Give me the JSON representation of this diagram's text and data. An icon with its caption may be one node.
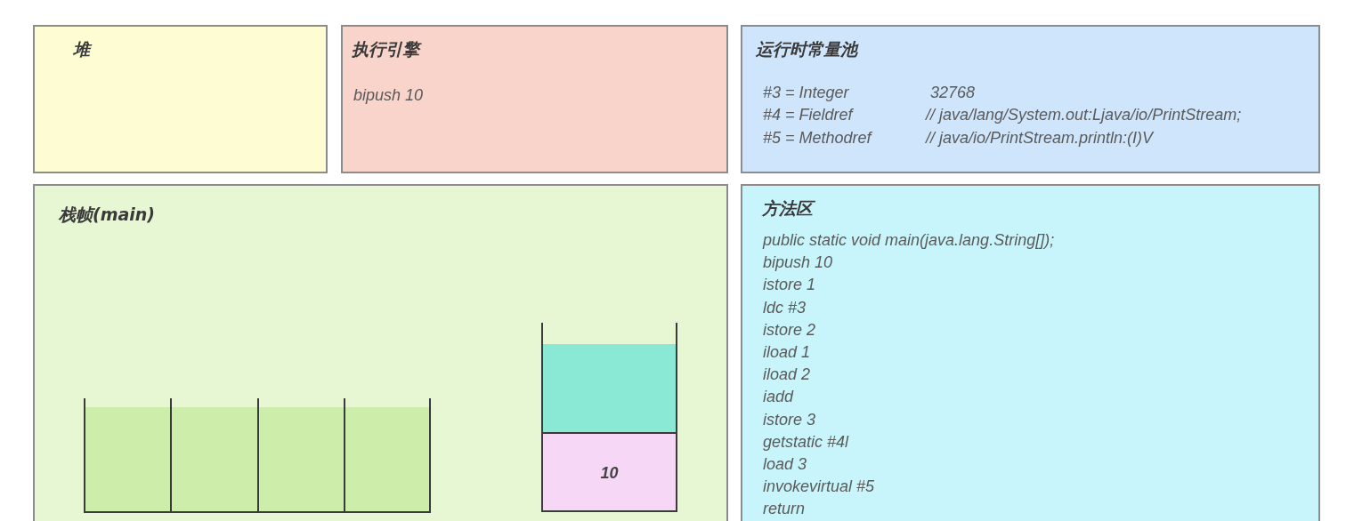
{
  "diagram": {
    "nodes": [
      {
        "text": [
          "堆"
        ]
      },
      {
        "text": [
          "执行引擎",
          "bipush 10"
        ]
      },
      {
        "text": [
          "运行时常量池",
          "#3 = Integer",
          "32768",
          "#4 = Fieldref",
          "// java/lang/System.out:Ljava/io/PrintStream;",
          "#5 = Methodref",
          "// java/io/PrintStream.println:(I)V"
        ]
      },
      {
        "text": [
          "栈帧(main)"
        ]
      },
      {
        "text": [
          "方法区",
          "public static void main(java.lang.String[]);",
          "bipush 10",
          "istore 1",
          "ldc #3",
          "istore 2",
          "iload 1",
          "iload 2",
          "iadd",
          "istore 3",
          "getstatic #4l",
          "load 3",
          "invokevirtual #5",
          "return"
        ]
      },
      {
        "text": [],
        "shape": "box",
        "in": 3
      },
      {
        "text": [],
        "shape": "box",
        "in": 3
      },
      {
        "text": [],
        "shape": "box",
        "in": 3
      },
      {
        "text": [],
        "shape": "box",
        "in": 3
      },
      {
        "text": [],
        "shape": "box",
        "in": 3
      },
      {
        "text": [
          "10"
        ],
        "in": 3
      }
    ]
  }
}
